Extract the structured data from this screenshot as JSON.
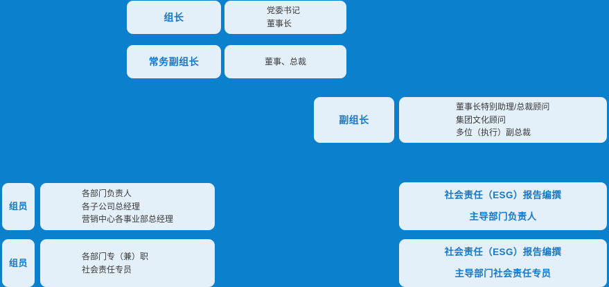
{
  "theme": {
    "background_color": "#0b81ce",
    "card_color": "#e3eff9",
    "accent_text_color": "#1878c8",
    "detail_text_color": "#3a3a3a"
  },
  "rows": [
    {
      "role": "组长",
      "details": [
        "党委书记",
        "董事长"
      ]
    },
    {
      "role": "常务副组长",
      "details": [
        "董事、总裁"
      ]
    },
    {
      "role": "副组长",
      "details": [
        "董事长特别助理/总裁顾问",
        "集团文化顾问",
        "多位（执行）副总裁"
      ]
    },
    {
      "role": "组员",
      "details": [
        "各部门负责人",
        "各子公司总经理",
        "营销中心各事业部总经理"
      ],
      "emphasis": [
        "社会责任（ESG）报告编撰",
        "主导部门负责人"
      ]
    },
    {
      "role": "组员",
      "details": [
        "各部门专（兼）职",
        "社会责任专员"
      ],
      "emphasis": [
        "社会责任（ESG）报告编撰",
        "主导部门社会责任专员"
      ]
    }
  ]
}
